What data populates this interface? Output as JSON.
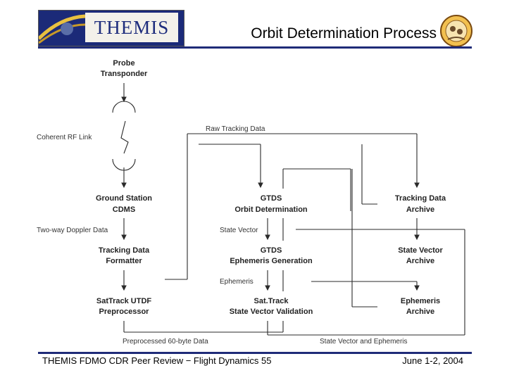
{
  "header": {
    "logo_text": "THEMIS",
    "title": "Orbit Determination Process"
  },
  "footer": {
    "left": "THEMIS FDMO CDR Peer Review − Flight Dynamics 55",
    "right": "June 1-2, 2004"
  },
  "boxes": {
    "probe": [
      "Probe",
      "Transponder"
    ],
    "ground_station": [
      "Ground Station",
      "CDMS"
    ],
    "tracking_formatter": [
      "Tracking Data",
      "Formatter"
    ],
    "sattrack_utdf": [
      "SatTrack UTDF",
      "Preprocessor"
    ],
    "gtds_od": [
      "GTDS",
      "Orbit Determination"
    ],
    "gtds_eph": [
      "GTDS",
      "Ephemeris Generation"
    ],
    "sattrack_sv": [
      "Sat.Track",
      "State Vector Validation"
    ],
    "tracking_archive": [
      "Tracking Data",
      "Archive"
    ],
    "sv_archive": [
      "State Vector",
      "Archive"
    ],
    "eph_archive": [
      "Ephemeris",
      "Archive"
    ]
  },
  "flows": {
    "rf_link": "Coherent RF Link",
    "raw_tracking": "Raw Tracking Data",
    "doppler": "Two-way Doppler Data",
    "state_vector": "State Vector",
    "ephemeris": "Ephemeris",
    "preprocessed": "Preprocessed 60-byte Data",
    "sv_and_eph": "State Vector and Ephemeris"
  }
}
